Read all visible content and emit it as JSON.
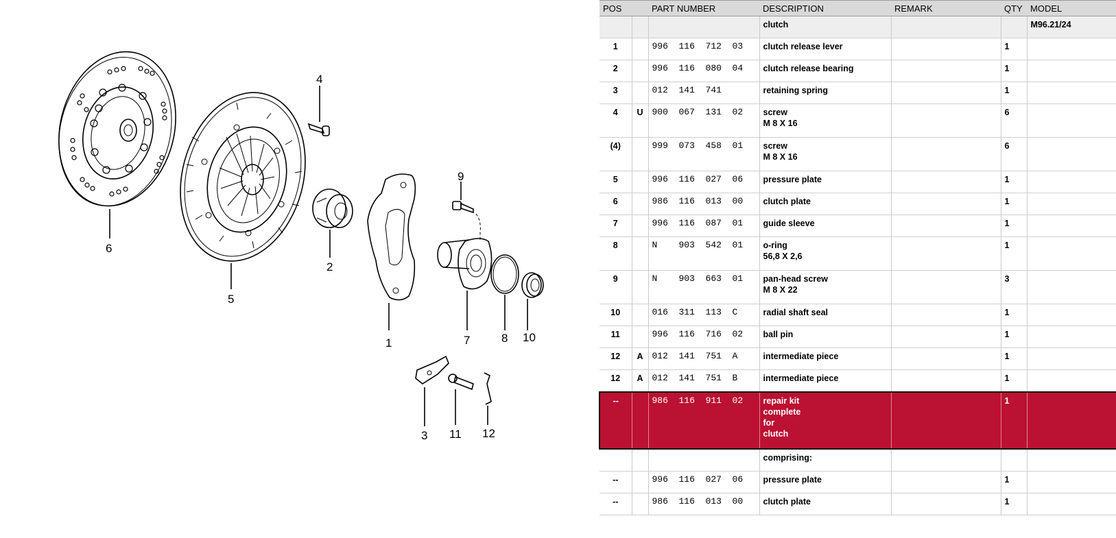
{
  "diagram": {
    "callouts": [
      "1",
      "2",
      "3",
      "4",
      "5",
      "6",
      "7",
      "8",
      "9",
      "10",
      "11",
      "12"
    ]
  },
  "table": {
    "headers": {
      "pos": "POS",
      "part_number": "PART NUMBER",
      "description": "DESCRIPTION",
      "remark": "REMARK",
      "qty": "QTY",
      "model": "MODEL"
    },
    "group": {
      "description": "clutch",
      "model": "M96.21/24"
    },
    "rows": [
      {
        "pos": "1",
        "flag": "",
        "part_number": "996  116  712  03",
        "desc1": "clutch release lever",
        "desc2": "",
        "qty": "1"
      },
      {
        "pos": "2",
        "flag": "",
        "part_number": "996  116  080  04",
        "desc1": "clutch release bearing",
        "desc2": "",
        "qty": "1"
      },
      {
        "pos": "3",
        "flag": "",
        "part_number": "012  141  741",
        "desc1": "retaining spring",
        "desc2": "",
        "qty": "1"
      },
      {
        "pos": "4",
        "flag": "U",
        "part_number": "900  067  131  02",
        "desc1": "screw",
        "desc2": "M 8 X 16",
        "qty": "6"
      },
      {
        "pos": "(4)",
        "flag": "",
        "part_number": "999  073  458  01",
        "desc1": "screw",
        "desc2": "M 8 X 16",
        "qty": "6"
      },
      {
        "pos": "5",
        "flag": "",
        "part_number": "996  116  027  06",
        "desc1": "pressure plate",
        "desc2": "",
        "qty": "1"
      },
      {
        "pos": "6",
        "flag": "",
        "part_number": "986  116  013  00",
        "desc1": "clutch plate",
        "desc2": "",
        "qty": "1"
      },
      {
        "pos": "7",
        "flag": "",
        "part_number": "996  116  087  01",
        "desc1": "guide sleeve",
        "desc2": "",
        "qty": "1"
      },
      {
        "pos": "8",
        "flag": "",
        "part_number": "N    903  542  01",
        "desc1": "o-ring",
        "desc2": "56,8 X 2,6",
        "qty": "1"
      },
      {
        "pos": "9",
        "flag": "",
        "part_number": "N    903  663  01",
        "desc1": "pan-head screw",
        "desc2": "M 8 X 22",
        "qty": "3"
      },
      {
        "pos": "10",
        "flag": "",
        "part_number": "016  311  113  C",
        "desc1": "radial shaft seal",
        "desc2": "",
        "qty": "1"
      },
      {
        "pos": "11",
        "flag": "",
        "part_number": "996  116  716  02",
        "desc1": "ball pin",
        "desc2": "",
        "qty": "1"
      },
      {
        "pos": "12",
        "flag": "A",
        "part_number": "012  141  751  A",
        "desc1": "intermediate piece",
        "desc2": "",
        "qty": "1"
      },
      {
        "pos": "12",
        "flag": "A",
        "part_number": "012  141  751  B",
        "desc1": "intermediate piece",
        "desc2": "",
        "qty": "1"
      }
    ],
    "kit": {
      "pos": "--",
      "part_number": "986  116  911  02",
      "lines": [
        "repair kit",
        "complete",
        "for",
        "clutch"
      ],
      "qty": "1"
    },
    "comprising": {
      "description": "comprising:"
    },
    "kit_items": [
      {
        "pos": "--",
        "part_number": "996  116  027  06",
        "description": "pressure plate",
        "qty": "1"
      },
      {
        "pos": "--",
        "part_number": "986  116  013  00",
        "description": "clutch plate",
        "qty": "1"
      }
    ],
    "highlight_color": "#bb1133"
  }
}
